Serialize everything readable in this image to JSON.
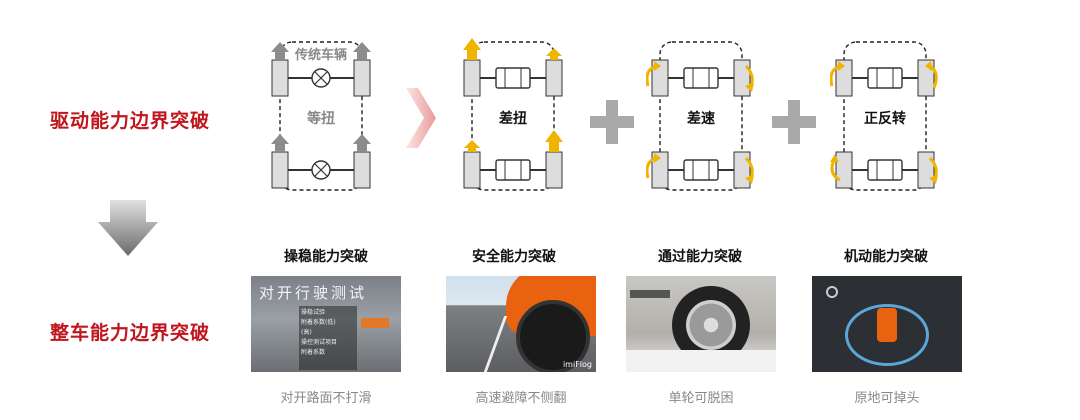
{
  "labels": {
    "drive_boundary": "驱动能力边界突破",
    "vehicle_boundary": "整车能力边界突破"
  },
  "diagrams": [
    {
      "top_label": "传统车辆",
      "center_label": "等扭"
    },
    {
      "top_label": "",
      "center_label": "差扭"
    },
    {
      "top_label": "",
      "center_label": "差速"
    },
    {
      "top_label": "",
      "center_label": "正反转"
    }
  ],
  "capabilities": [
    {
      "title": "操稳能力突破",
      "caption": "对开路面不打滑",
      "photo_text": "对开行驶测试",
      "photo_lines": [
        "操稳试验",
        "附着系数(低)",
        "(高)",
        "操控测试项目",
        "附着系数"
      ]
    },
    {
      "title": "安全能力突破",
      "caption": "高速避障不侧翻",
      "photo_text": "imiFlog"
    },
    {
      "title": "通过能力突破",
      "caption": "单轮可脱困"
    },
    {
      "title": "机动能力突破",
      "caption": "原地可掉头"
    }
  ],
  "colors": {
    "accent_red": "#c0161d",
    "arrow_gray": "#8c8c8c",
    "arrow_yellow": "#f0b400",
    "plus_gray": "#a9a9a9"
  }
}
